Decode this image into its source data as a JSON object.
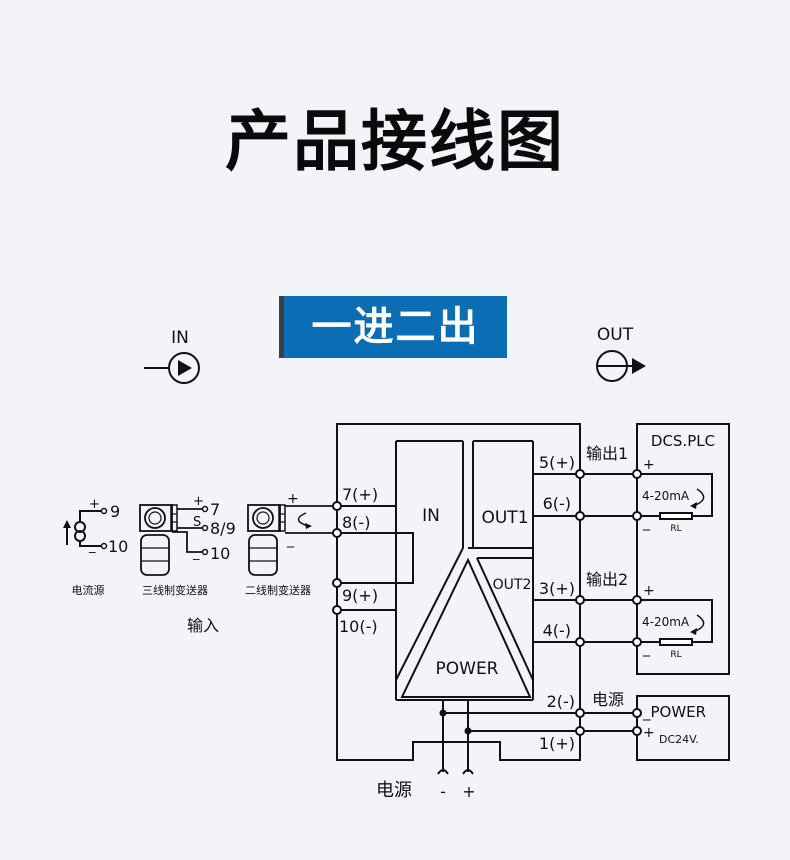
{
  "title": "产品接线图",
  "banner": "一进二出",
  "legend": {
    "in_label": "IN",
    "out_label": "OUT"
  },
  "module": {
    "in_block": "IN",
    "out1_block": "OUT1",
    "out2_block": "OUT2",
    "power_block": "POWER",
    "terminals": {
      "t7": "7(+)",
      "t8": "8(-)",
      "t9": "9(+)",
      "t10": "10(-)",
      "t5": "5(+)",
      "t6": "6(-)",
      "t3": "3(+)",
      "t4": "4(-)",
      "t2": "2(-)",
      "t1": "1(+)"
    }
  },
  "inputs": {
    "current_source": {
      "label": "电流源",
      "plus": "+",
      "minus": "_",
      "pin_pos": "9",
      "pin_neg": "10"
    },
    "three_wire": {
      "label": "三线制变送器",
      "plus": "+",
      "signal": "S",
      "minus": "_",
      "pin_pos": "7",
      "pin_sig": "8/9",
      "pin_neg": "10"
    },
    "two_wire": {
      "label": "二线制变送器",
      "plus": "+",
      "minus": "_"
    },
    "group_label": "输入"
  },
  "outputs": {
    "out1_label": "输出1",
    "out2_label": "输出2",
    "dcs_title": "DCS.PLC",
    "plus": "+",
    "minus": "_",
    "current": "4-20mA",
    "load": "RL"
  },
  "power": {
    "label": "电源",
    "box_title": "_POWER",
    "plus": "+",
    "spec": "DC24V.",
    "bottom_label": "电源",
    "bottom_minus": "-",
    "bottom_plus": "+"
  }
}
